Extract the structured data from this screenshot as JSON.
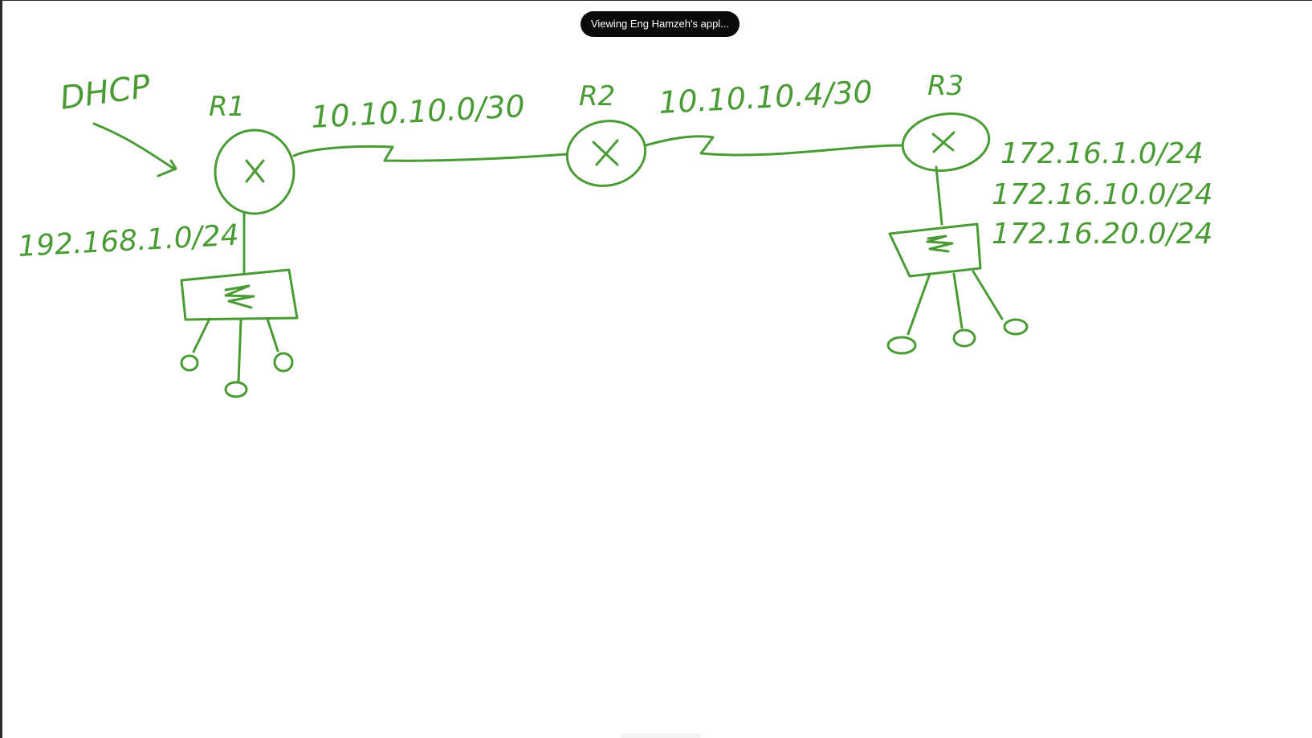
{
  "banner": {
    "text": "Viewing Eng Hamzeh's appl..."
  },
  "whiteboard": {
    "ink_color": "#4a9b35",
    "labels": {
      "dhcp": "DHCP",
      "r1": "R1",
      "r2": "R2",
      "r3": "R3",
      "link_r1_r2": "10.10.10.0/30",
      "link_r2_r3": "10.10.10.4/30",
      "lan_r1": "192.168.1.0/24",
      "lan_r3_a": "172.16.1.0/24",
      "lan_r3_b": "172.16.10.0/24",
      "lan_r3_c": "172.16.20.0/24"
    }
  }
}
